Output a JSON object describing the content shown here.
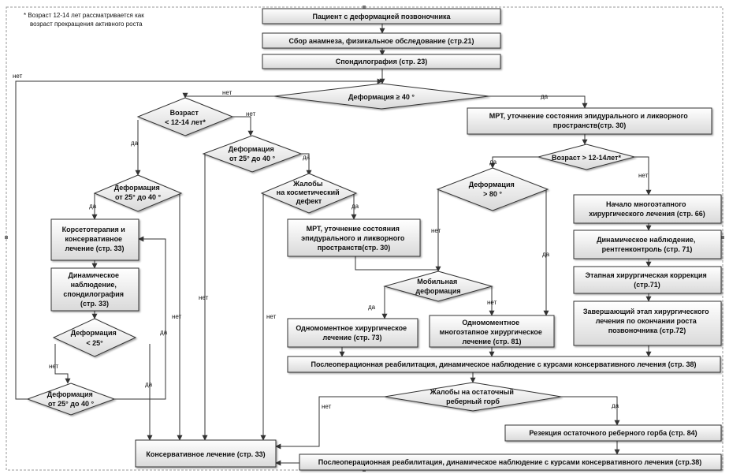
{
  "note": [
    "* Возраст 12-14 лет рассматривается как",
    "возраст прекращения активного роста"
  ],
  "nodes": {
    "patient": [
      "Пациент с деформацией позвоночника"
    ],
    "anamnesis": [
      "Сбор анамнеза, физикальное обследование (стр.21)"
    ],
    "spondylography": [
      "Спондилография (стр. 23)"
    ],
    "deform40": [
      "Деформация  ≥ 40 °"
    ],
    "mri_top": [
      "МРТ, уточнение состояния эпидурального и ликворного",
      "пространств(стр. 30)"
    ],
    "age_gt": [
      "Возраст  > 12-14лет*"
    ],
    "age_lt": [
      "Возраст",
      "< 12-14 лет*"
    ],
    "deform_25_40_mid": [
      "Деформация",
      "от 25°  до 40 °"
    ],
    "complaints": [
      "Жалобы",
      "на косметический",
      "дефект"
    ],
    "mri_mid": [
      "МРТ, уточнение состояния",
      "эпидурального и ликворного",
      "пространств(стр. 30)"
    ],
    "deform80": [
      "Деформация",
      "> 80 °"
    ],
    "multistage_start": [
      "Начало многоэтапного",
      "хирургического лечения (стр. 66)"
    ],
    "dynamic_xray": [
      "Динамическое наблюдение,",
      "рентгенконтроль (стр. 71)"
    ],
    "staged_correction": [
      "Этапная хирургическая коррекция",
      "(стр.71)"
    ],
    "final_stage": [
      "Завершающий этап хирургического",
      "лечения по окончании роста",
      "позвоночника (стр.72)"
    ],
    "mobile": [
      "Мобильная",
      "деформация"
    ],
    "onestage": [
      "Одномоментное хирургическое",
      "лечение (стр. 73)"
    ],
    "onestage_multi": [
      "Одномоментное",
      "многоэтапное хирургическое",
      "лечение (стр. 81)"
    ],
    "deform_25_40_left": [
      "Деформация",
      "от 25°  до 40 °"
    ],
    "corset": [
      "Корсетотерапия и",
      "консервативное",
      "лечение (стр. 33)"
    ],
    "dyn_obs": [
      "Динамическое",
      "наблюдение,",
      "спондилография",
      "(стр. 33)"
    ],
    "deform25": [
      "Деформация",
      "<  25°"
    ],
    "deform_25_40_bottom": [
      "Деформация",
      "от 25°  до 40 °"
    ],
    "rehab1": [
      "Послеоперационная реабилитация, динамическое наблюдение с курсами консервативного лечения (стр. 38)"
    ],
    "rib_hump": [
      "Жалобы на остаточный",
      "реберный горб"
    ],
    "resection": [
      "Резекция остаточного реберного горба (стр. 84)"
    ],
    "conservative": [
      "Консервативное лечение (стр. 33)"
    ],
    "rehab2": [
      "Послеоперационная реабилитация, динамическое наблюдение с курсами консервативного лечения (стр.38)"
    ]
  },
  "labels": {
    "yes": "да",
    "no": "нет"
  }
}
